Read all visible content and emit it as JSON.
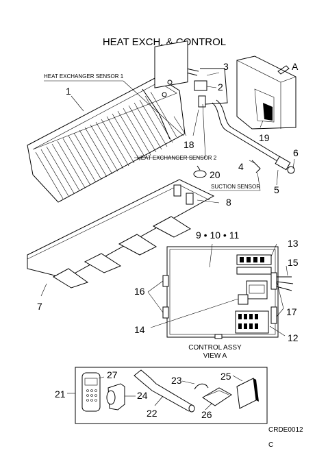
{
  "title": "HEAT EXCH. & CONTROL",
  "labels": {
    "hex_sensor_1": "HEAT EXCHANGER SENSOR 1",
    "hex_sensor_2": "HEAT EXCHANGER SENSOR 2",
    "suction_sensor": "SUCTION SENSOR",
    "view_arrow": "A",
    "control_assy": "CONTROL ASSY",
    "view_a": "VIEW A"
  },
  "part_numbers": {
    "p1": "1",
    "p2": "2",
    "p3": "3",
    "p4": "4",
    "p5": "5",
    "p6": "6",
    "p7": "7",
    "p8": "8",
    "p9_10_11": "9 • 10 • 11",
    "p12": "12",
    "p13": "13",
    "p14": "14",
    "p15": "15",
    "p16": "16",
    "p17": "17",
    "p18": "18",
    "p19": "19",
    "p20": "20",
    "p21": "21",
    "p22": "22",
    "p23": "23",
    "p24": "24",
    "p25": "25",
    "p26": "26",
    "p27": "27"
  },
  "drawing_code": "CRDE0012",
  "revision": "C"
}
